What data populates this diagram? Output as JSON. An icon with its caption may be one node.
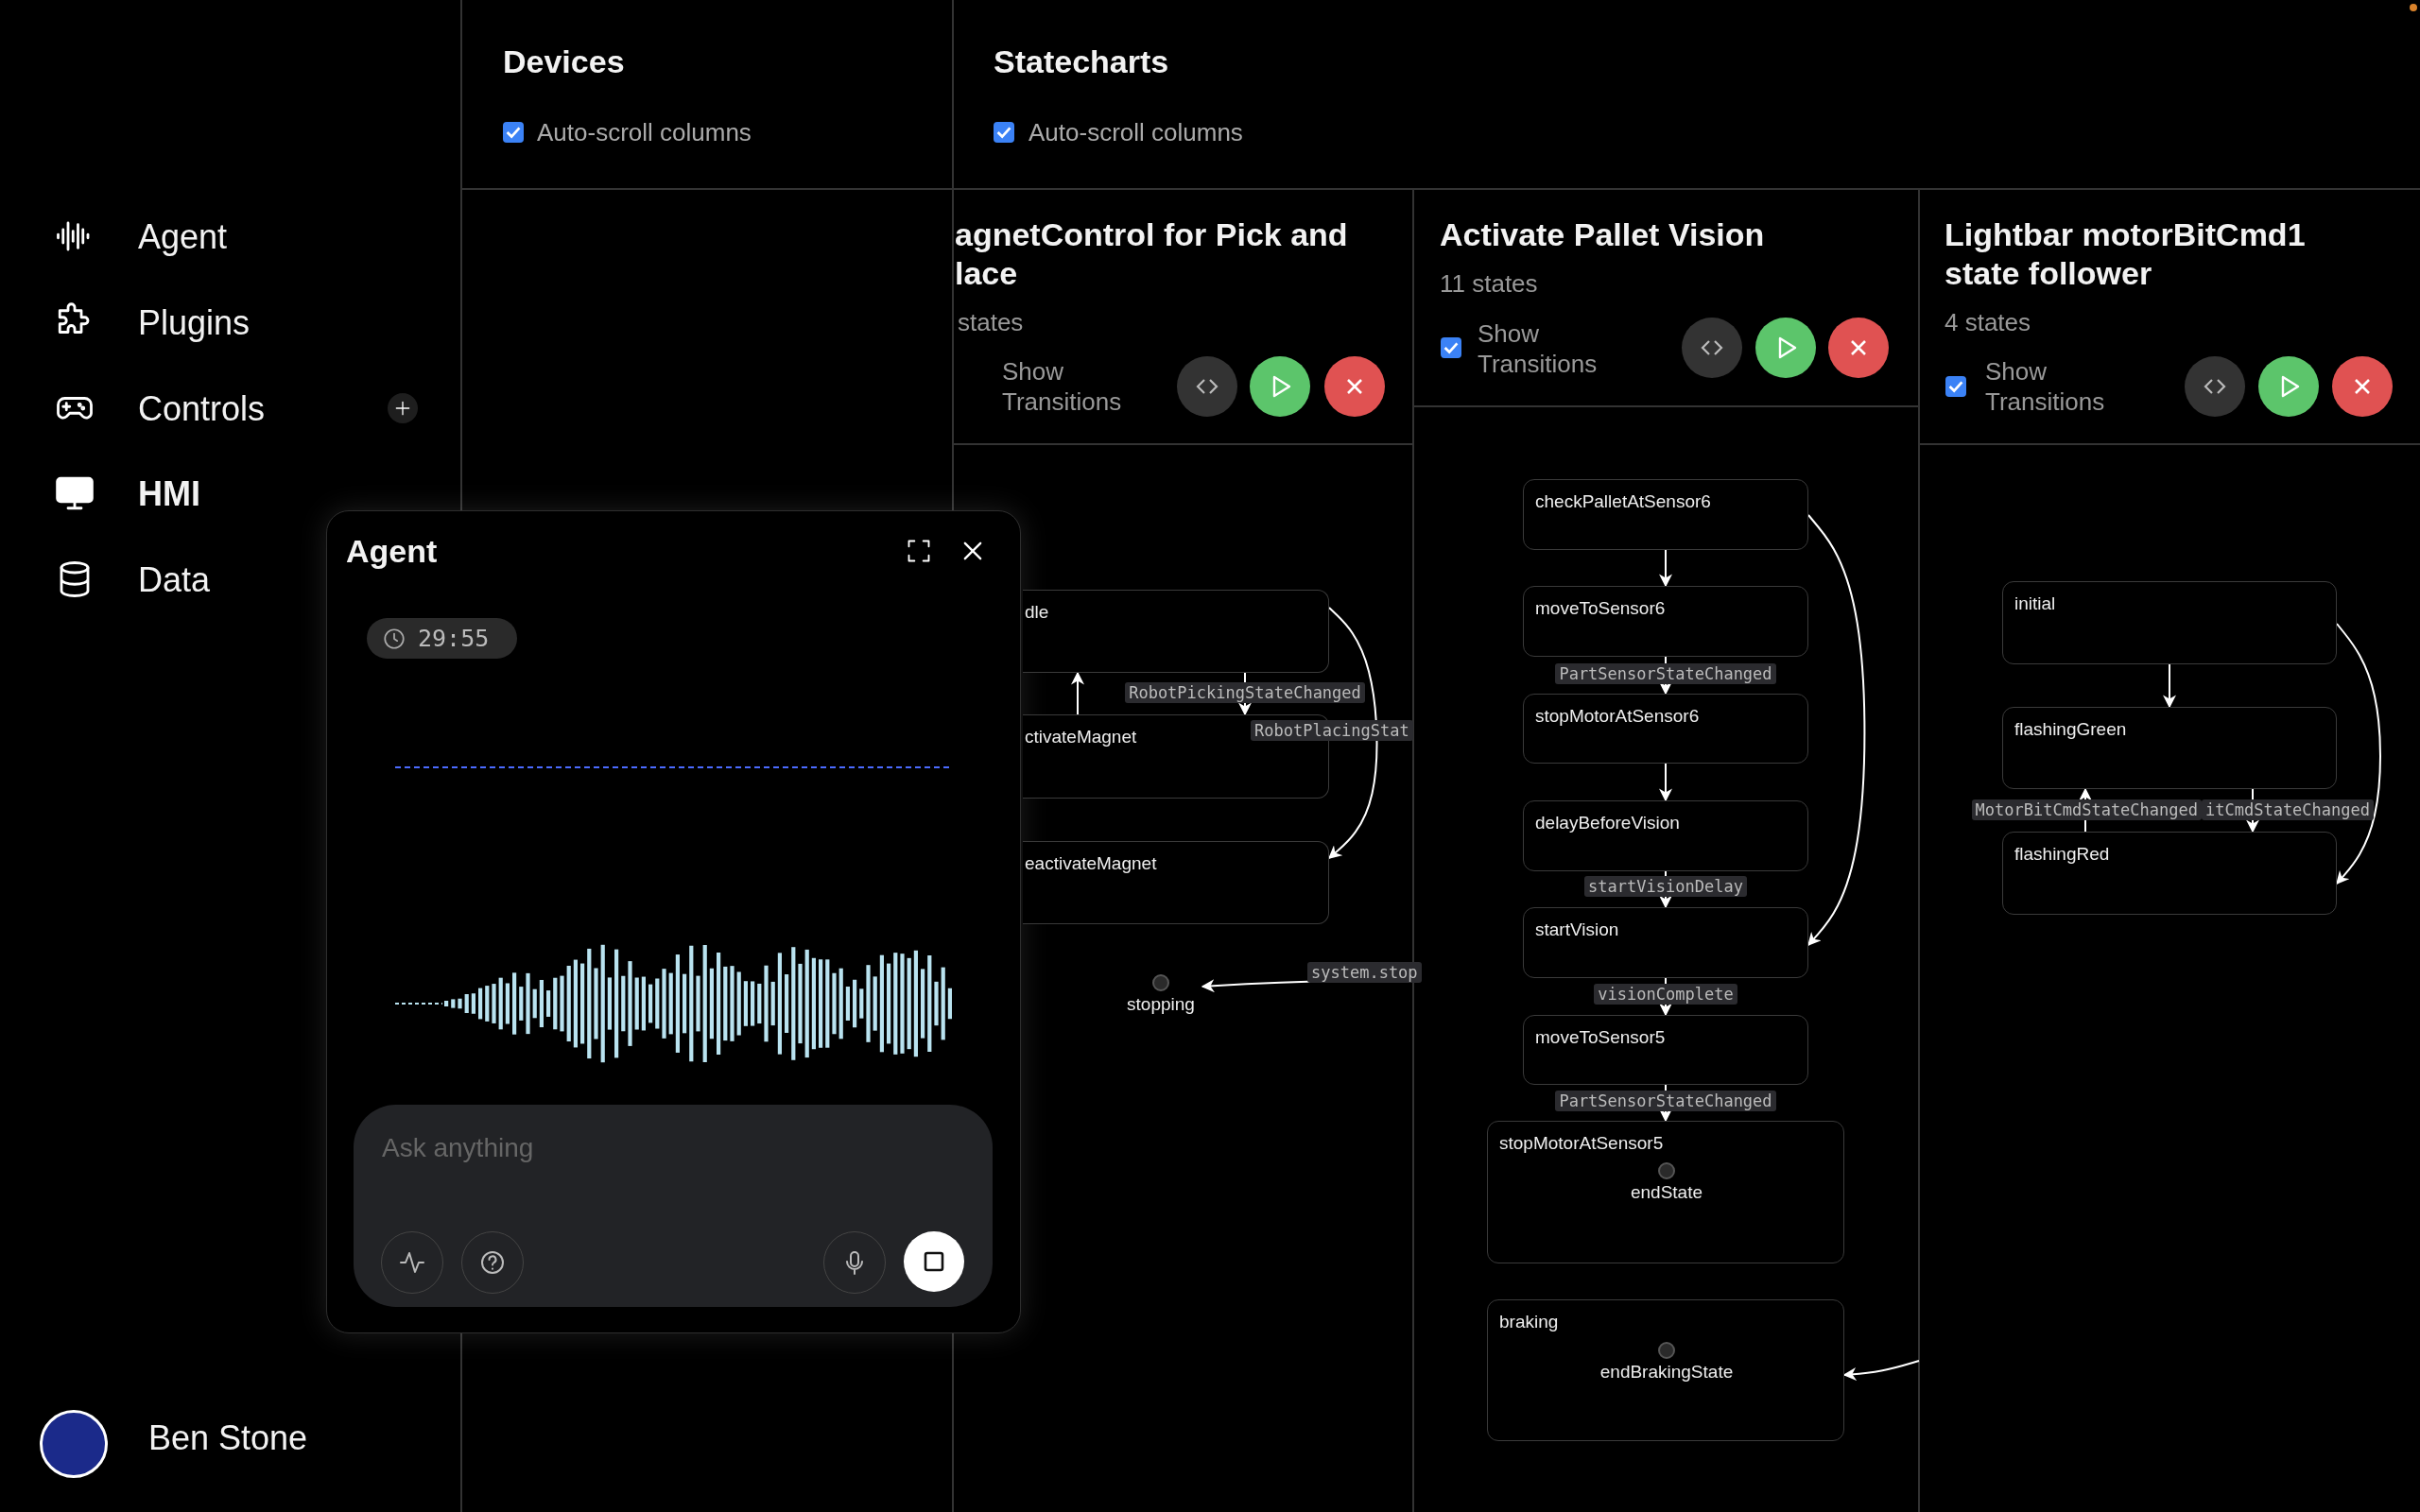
{
  "diagram": {
    "nodes": [
      {
        "text": [
          "dle"
        ]
      },
      {
        "text": [
          "ctivateMagnet"
        ]
      },
      {
        "text": [
          "eactivateMagnet"
        ]
      },
      {
        "text": [
          "stopping"
        ]
      },
      {
        "text": [
          "checkPalletAtSensor6"
        ]
      },
      {
        "text": [
          "moveToSensor6"
        ]
      },
      {
        "text": [
          "stopMotorAtSensor6"
        ]
      },
      {
        "text": [
          "delayBeforeVision"
        ]
      },
      {
        "text": [
          "startVision"
        ]
      },
      {
        "text": [
          "moveToSensor5"
        ]
      },
      {
        "text": [
          "stopMotorAtSensor5"
        ]
      },
      {
        "text": [
          "endState"
        ],
        "in": 10
      },
      {
        "text": [
          "braking"
        ]
      },
      {
        "text": [
          "endBrakingState"
        ],
        "in": 12
      },
      {
        "text": [
          "initial"
        ]
      },
      {
        "text": [
          "flashingGreen"
        ]
      },
      {
        "text": [
          "flashingRed"
        ]
      }
    ],
    "edges": [
      {
        "from": 1,
        "to": 0,
        "arrow": "to"
      },
      {
        "from": 0,
        "to": 1,
        "arrow": "to",
        "label": "RobotPickingStateChanged"
      },
      {
        "from": 0,
        "to": 2,
        "arrow": "to",
        "label": "RobotPlacingStat"
      },
      {
        "from": null,
        "to": 3,
        "arrow": "to",
        "label": "system.stop"
      },
      {
        "from": 4,
        "to": 5,
        "arrow": "to"
      },
      {
        "from": 5,
        "to": 6,
        "arrow": "to",
        "label": "PartSensorStateChanged"
      },
      {
        "from": 6,
        "to": 7,
        "arrow": "to"
      },
      {
        "from": 7,
        "to": 8,
        "arrow": "to",
        "label": "startVisionDelay"
      },
      {
        "from": 8,
        "to": 9,
        "arrow": "to",
        "label": "visionComplete"
      },
      {
        "from": 9,
        "to": 10,
        "arrow": "to",
        "label": "PartSensorStateChanged"
      },
      {
        "from": 4,
        "to": 8,
        "arrow": "to"
      },
      {
        "from": null,
        "to": 12,
        "arrow": "to"
      },
      {
        "from": 14,
        "to": 15,
        "arrow": "to"
      },
      {
        "from": 16,
        "to": 15,
        "arrow": "to",
        "label": "MotorBitCmdStateChanged"
      },
      {
        "from": 15,
        "to": 16,
        "arrow": "to",
        "label": "itCmdStateChanged"
      },
      {
        "from": 14,
        "to": 16,
        "arrow": "to"
      }
    ],
    "labels": [
      "Agent",
      "Plugins",
      "Controls",
      "HMI",
      "Data",
      "Devices",
      "Auto-scroll columns",
      "Statecharts",
      "Auto-scroll columns",
      "agnetControl for Pick and lace",
      "states",
      "Show Transitions",
      "Activate Pallet Vision",
      "11 states",
      "Show Transitions",
      "Lightbar motorBitCmd1 state follower",
      "4 states",
      "Show Transitions",
      "Agent",
      "29:55",
      "Ask anything",
      "Ben Stone"
    ]
  }
}
